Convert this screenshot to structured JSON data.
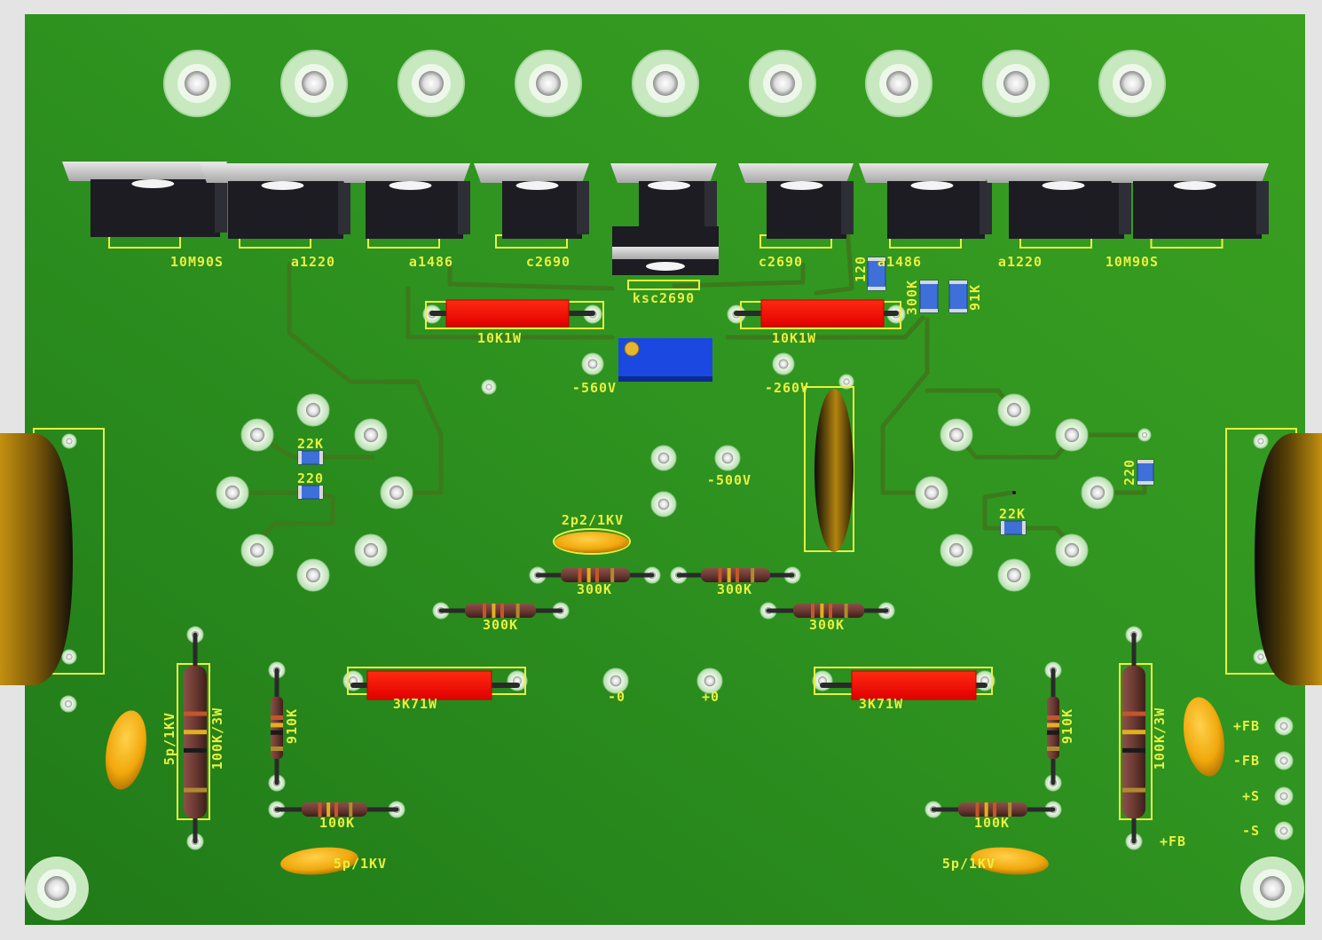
{
  "board": {
    "colors": {
      "background": "#e4e4e4",
      "board_light": "#3aa020",
      "board_dark": "#207a18",
      "trace": "#3c7a1c",
      "silkscreen": "#e8f040",
      "pad": "#c8e8c0",
      "transistor_body": "#1c1c22",
      "transistor_tab": "#d4d4d4",
      "power_resistor": "#ff0a00",
      "trimmer": "#1a48e0",
      "smd_resistor": "#3f6fd8",
      "electrolytic_cap": "#8a6508",
      "ceramic_cap": "#f3b10e",
      "through_hole_resistor": "#6b3a32"
    },
    "transistor_labels": [
      "10M90S",
      "a1220",
      "a1486",
      "c2690",
      "ksc2690",
      "c2690",
      "a1486",
      "a1220",
      "10M90S"
    ],
    "power_resistor_labels": [
      "10K1W",
      "10K1W",
      "3K71W",
      "3K71W"
    ],
    "voltage_labels": [
      "-560V",
      "-260V",
      "-500V"
    ],
    "smd_labels": [
      "22K",
      "220",
      "120",
      "300K",
      "91K",
      "220",
      "22K"
    ],
    "cap_labels": [
      "2p2/1KV",
      "5p/1KV",
      "5p/1KV",
      "5p/1KV"
    ],
    "resistor_labels": [
      "300K",
      "300K",
      "300K",
      "300K",
      "100K/3W",
      "910K",
      "100K",
      "910K",
      "100K",
      "100K/3W"
    ],
    "connector_labels": [
      "-0",
      "+0",
      "+FB",
      "-FB",
      "+S",
      "-S",
      "+FB"
    ]
  }
}
